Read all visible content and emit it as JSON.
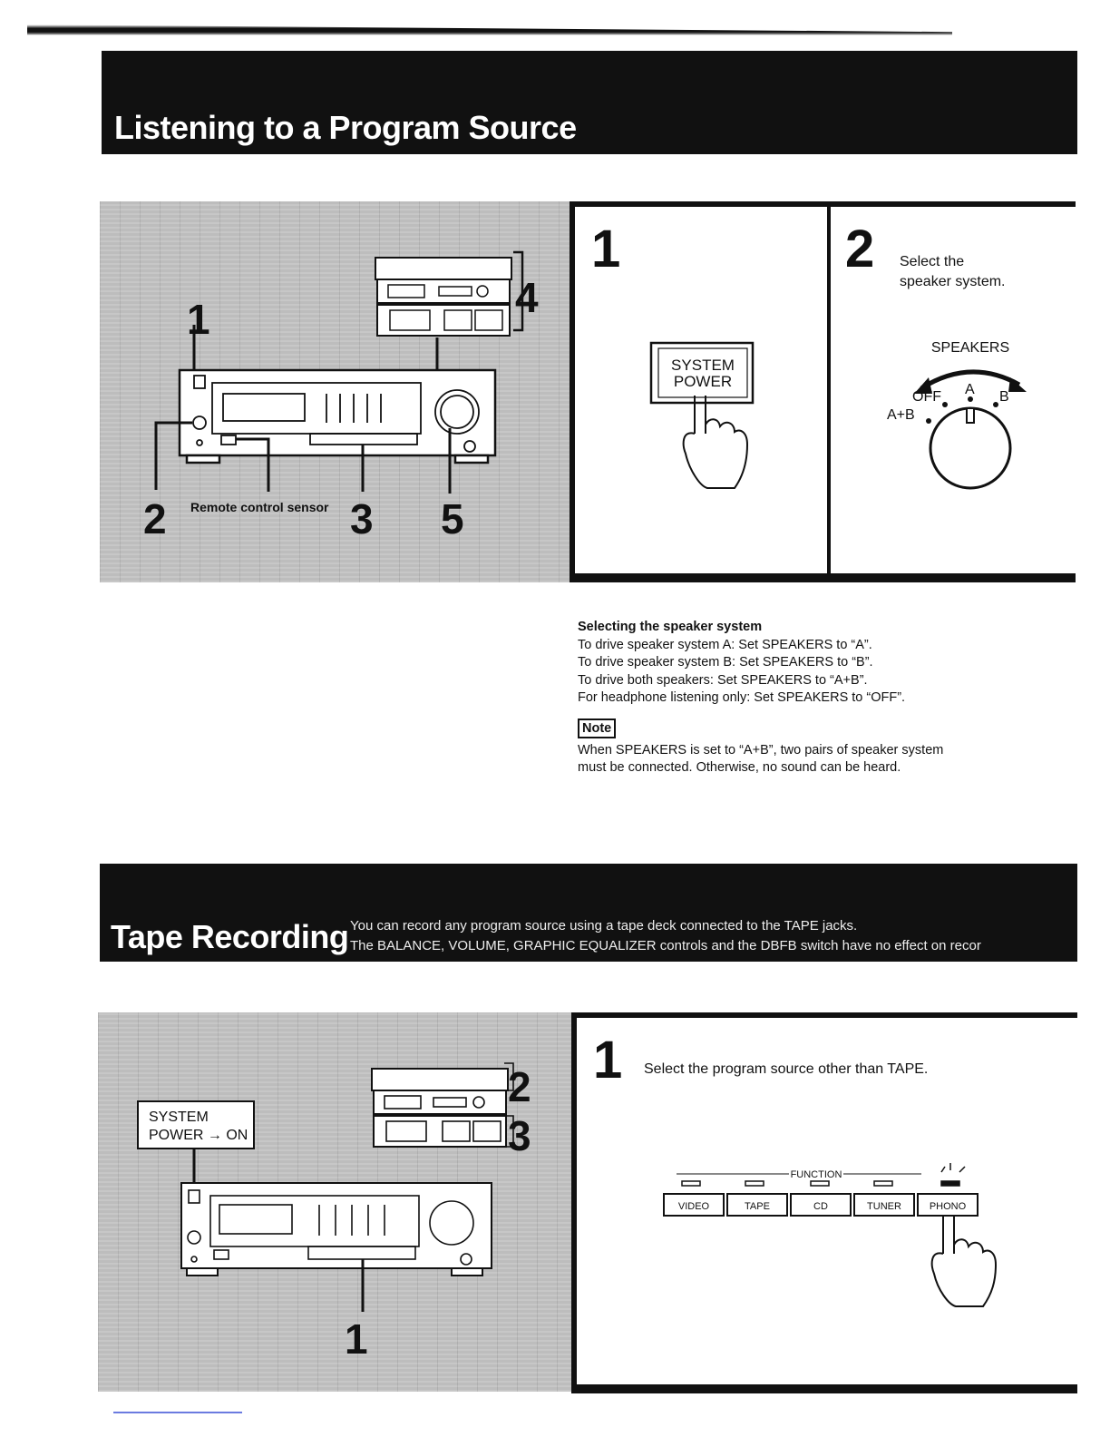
{
  "section1": {
    "title": "Listening to a Program Source",
    "illustration": {
      "callouts": [
        "1",
        "2",
        "3",
        "4",
        "5"
      ],
      "sensor_label": "Remote control sensor"
    },
    "step1": {
      "number": "1",
      "button_label_line1": "SYSTEM",
      "button_label_line2": "POWER"
    },
    "step2": {
      "number": "2",
      "text_line1": "Select the",
      "text_line2": "speaker system.",
      "knob_label": "SPEAKERS",
      "pos_off": "OFF",
      "pos_a": "A",
      "pos_b": "B",
      "pos_ab": "A+B"
    },
    "notes": {
      "heading": "Selecting the speaker system",
      "lines": [
        "To drive speaker system A: Set SPEAKERS to “A”.",
        "To drive speaker system B: Set SPEAKERS to “B”.",
        "To drive both speakers: Set SPEAKERS to “A+B”.",
        "For headphone listening only: Set SPEAKERS to “OFF”."
      ],
      "note_label": "Note",
      "note_line1": "When SPEAKERS is set to “A+B”, two pairs of speaker system",
      "note_line2": "must be connected. Otherwise, no sound can be heard."
    }
  },
  "section2": {
    "title": "Tape Recording",
    "intro_line1": "You can record any program source using a tape deck connected to the TAPE jacks.",
    "intro_line2": "The BALANCE, VOLUME, GRAPHIC EQUALIZER controls and the DBFB switch have no effect on recor",
    "illustration": {
      "power_label_line1": "SYSTEM",
      "power_label_line2": "POWER → ON",
      "callouts": [
        "1",
        "2",
        "3"
      ]
    },
    "step1": {
      "number": "1",
      "text": "Select the program source other than TAPE.",
      "function_label": "FUNCTION",
      "buttons": [
        "VIDEO",
        "TAPE",
        "CD",
        "TUNER",
        "PHONO"
      ]
    }
  },
  "colors": {
    "band": "#111111",
    "illustration_bg": "#bdbdbd"
  }
}
